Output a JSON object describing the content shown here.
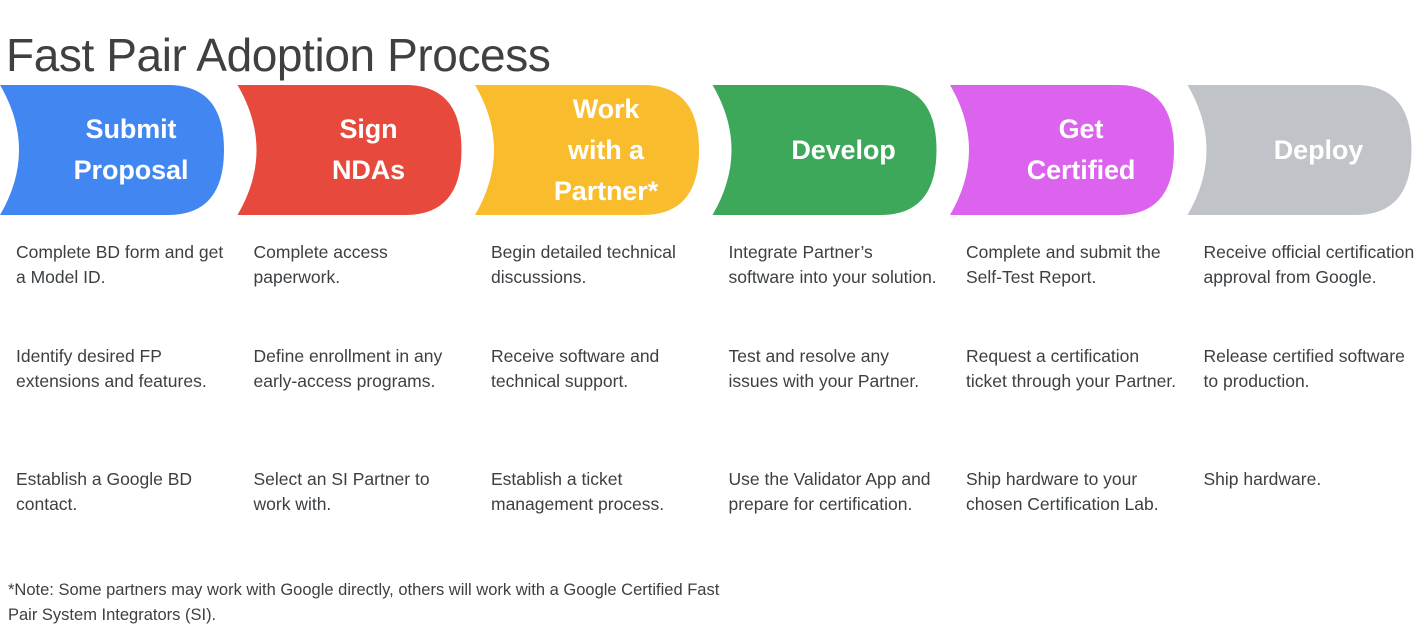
{
  "title": "Fast Pair Adoption Process",
  "colors": {
    "blue": "#4287F1",
    "red": "#E74A3C",
    "yellow": "#F9BC2C",
    "green": "#3DA85A",
    "magenta": "#DC63EE",
    "gray": "#C0C3C7",
    "text": "#3c4043",
    "banner_text": "#ffffff",
    "background": "#ffffff"
  },
  "stages": [
    {
      "id": "submit-proposal",
      "label": "Submit\nProposal",
      "color_key": "blue",
      "items": [
        "Complete BD form and get a Model ID.",
        "Identify desired FP extensions and features.",
        "Establish a Google BD contact."
      ]
    },
    {
      "id": "sign-ndas",
      "label": "Sign\nNDAs",
      "color_key": "red",
      "items": [
        "Complete access paperwork.",
        "Define enrollment in any early-access programs.",
        "Select an SI Partner to work with."
      ]
    },
    {
      "id": "work-with-a-partner",
      "label": "Work\nwith a\nPartner*",
      "color_key": "yellow",
      "items": [
        "Begin detailed technical discussions.",
        "Receive software and technical support.",
        "Establish a ticket management process."
      ]
    },
    {
      "id": "develop",
      "label": "Develop",
      "color_key": "green",
      "items": [
        "Integrate Partner’s software into your solution.",
        "Test and resolve any issues with your Partner.",
        "Use the Validator App and prepare for certification."
      ]
    },
    {
      "id": "get-certified",
      "label": "Get\nCertified",
      "color_key": "magenta",
      "items": [
        "Complete and submit the Self-Test Report.",
        "Request a certification ticket through your Partner.",
        "Ship hardware to your chosen Certification Lab."
      ]
    },
    {
      "id": "deploy",
      "label": "Deploy",
      "color_key": "gray",
      "items": [
        "Receive official certification approval from Google.",
        "Release certified software to production.",
        "Ship hardware."
      ]
    }
  ],
  "footnote": "*Note: Some partners may work with Google directly, others will work with a Google Certified Fast Pair System Integrators (SI)."
}
